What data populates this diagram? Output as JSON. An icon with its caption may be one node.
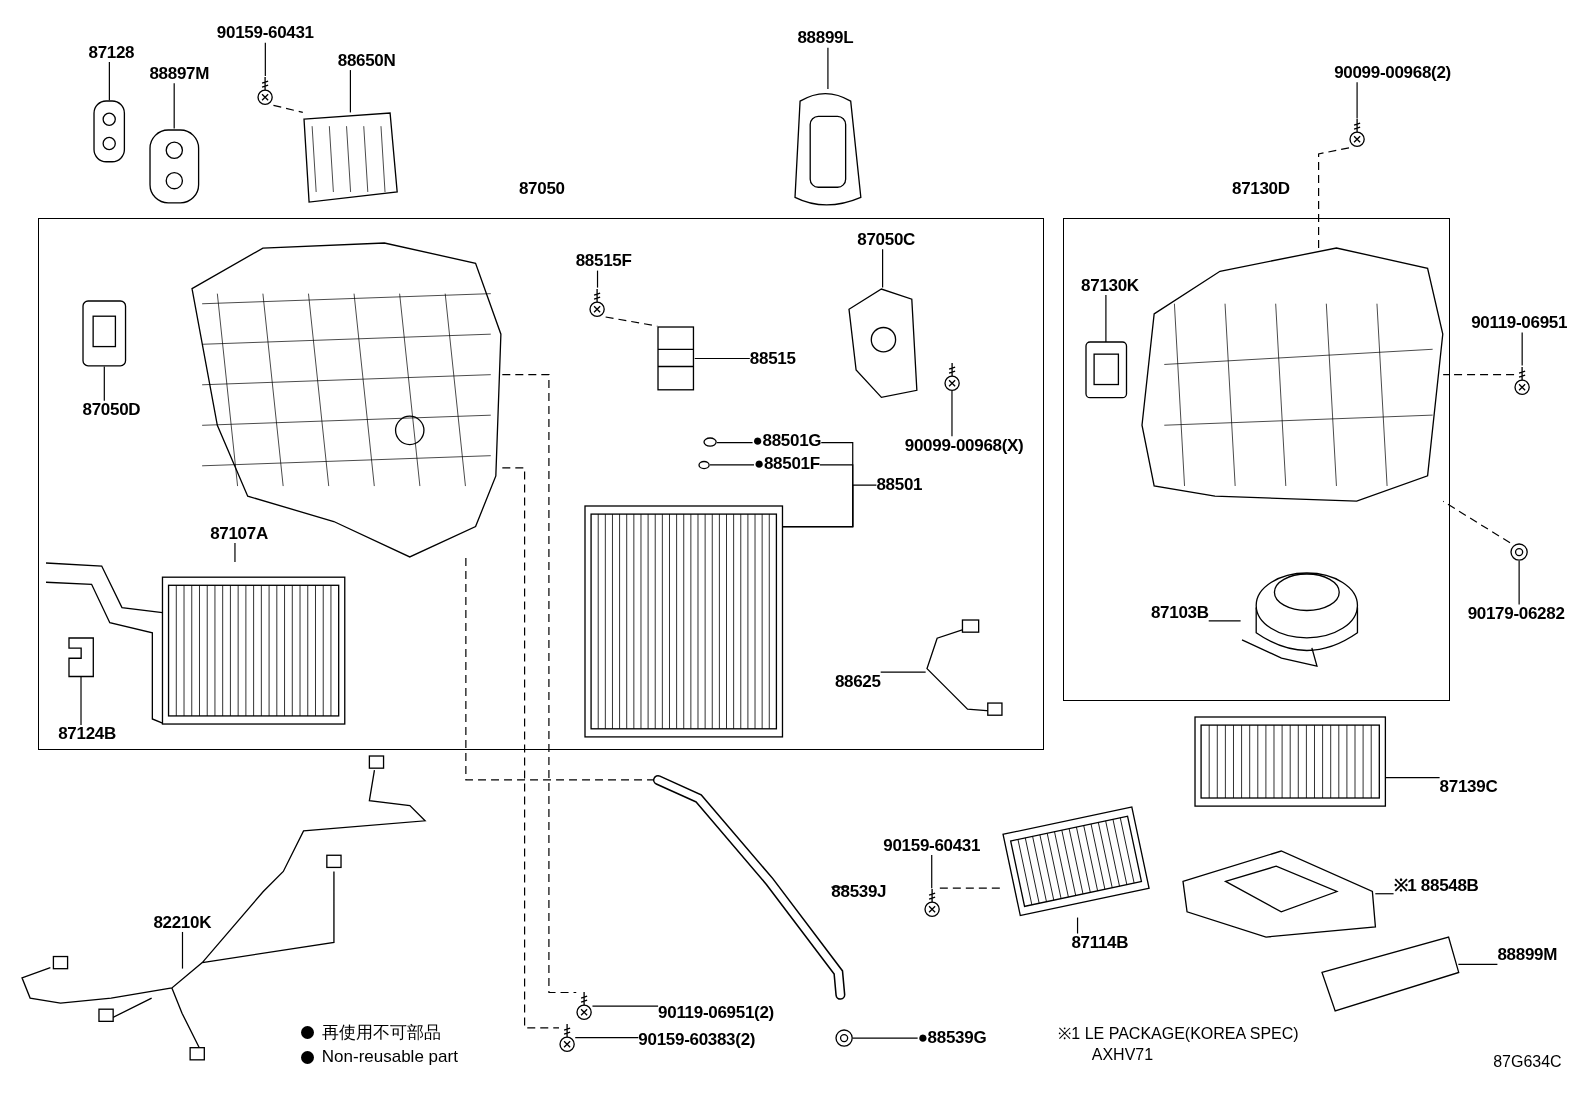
{
  "diagram": {
    "nodes": [
      {
        "text": [
          "87050"
        ]
      },
      {
        "text": [
          "87130D"
        ]
      },
      {
        "text": [
          "87128"
        ]
      },
      {
        "text": [
          "88897M"
        ]
      },
      {
        "text": [
          "90159-60431"
        ]
      },
      {
        "text": [
          "88650N"
        ]
      },
      {
        "text": [
          "88899L"
        ]
      },
      {
        "text": [
          "90099-00968(2)"
        ]
      },
      {
        "text": [
          "88515F"
        ],
        "in": 0
      },
      {
        "text": [
          "87050C"
        ],
        "in": 0
      },
      {
        "text": [
          "87050D"
        ],
        "in": 0
      },
      {
        "text": [
          "88515"
        ],
        "in": 0
      },
      {
        "text": [
          "90099-00968(X)"
        ],
        "in": 0
      },
      {
        "text": [
          "●88501G"
        ],
        "in": 0
      },
      {
        "text": [
          "●88501F"
        ],
        "in": 0
      },
      {
        "text": [
          "88501"
        ],
        "in": 0
      },
      {
        "text": [
          "87107A"
        ],
        "in": 0
      },
      {
        "text": [
          "87124B"
        ],
        "in": 0
      },
      {
        "text": [
          "88625"
        ],
        "in": 0
      },
      {
        "text": [
          "87130K"
        ],
        "in": 1
      },
      {
        "text": [
          "90119-06951"
        ]
      },
      {
        "text": [
          "87103B"
        ],
        "in": 1
      },
      {
        "text": [
          "90179-06282"
        ]
      },
      {
        "text": [
          "87139C"
        ]
      },
      {
        "text": [
          "90159-60431"
        ]
      },
      {
        "text": [
          "88539J"
        ]
      },
      {
        "text": [
          "82210K"
        ],
        "in": 62
      },
      {
        "text": [
          "87114B"
        ]
      },
      {
        "text": [
          "※1 88548B"
        ]
      },
      {
        "text": [
          "88899M"
        ]
      },
      {
        "text": [
          "90119-06951(2)"
        ]
      },
      {
        "text": [
          "90159-60383(2)"
        ]
      },
      {
        "text": [
          "●88539G"
        ]
      },
      {
        "text": [],
        "shape": "picture"
      },
      {
        "text": [],
        "shape": "picture"
      },
      {
        "text": [],
        "shape": "circle"
      },
      {
        "text": [],
        "shape": "picture"
      },
      {
        "text": [],
        "shape": "picture"
      },
      {
        "text": [],
        "shape": "circle"
      },
      {
        "text": [],
        "shape": "picture",
        "in": 0
      },
      {
        "text": [],
        "shape": "circle",
        "in": 0
      },
      {
        "text": [],
        "shape": "picture",
        "in": 0
      },
      {
        "text": [],
        "shape": "picture",
        "in": 0
      },
      {
        "text": [],
        "shape": "circle",
        "in": 0
      },
      {
        "text": [],
        "shape": "circle",
        "in": 0
      },
      {
        "text": [],
        "shape": "circle",
        "in": 0
      },
      {
        "text": [],
        "shape": "picture",
        "in": 0
      },
      {
        "text": [],
        "shape": "picture",
        "in": 0
      },
      {
        "text": [],
        "shape": "picture",
        "in": 0
      },
      {
        "text": [],
        "shape": "box",
        "in": 0
      },
      {
        "text": [],
        "shape": "picture",
        "in": 0
      },
      {
        "text": [],
        "shape": "picture",
        "in": 1
      },
      {
        "text": [],
        "shape": "picture",
        "in": 1
      },
      {
        "text": [],
        "shape": "picture",
        "in": 1
      },
      {
        "text": [],
        "shape": "circle"
      },
      {
        "text": [],
        "shape": "circle"
      },
      {
        "text": [],
        "shape": "picture"
      },
      {
        "text": [],
        "shape": "circle"
      },
      {
        "text": [],
        "shape": "picture"
      },
      {
        "text": [],
        "shape": "picture"
      },
      {
        "text": [],
        "shape": "picture"
      },
      {
        "text": [],
        "shape": "picture"
      },
      {
        "text": [],
        "shape": "picture"
      },
      {
        "text": [],
        "shape": "circle"
      },
      {
        "text": [],
        "shape": "circle"
      },
      {
        "text": [],
        "shape": "circle"
      }
    ],
    "edges": [
      {
        "from": 2,
        "to": 33,
        "arrow": "none"
      },
      {
        "from": 3,
        "to": 34,
        "arrow": "none"
      },
      {
        "from": 4,
        "to": 35,
        "arrow": "none"
      },
      {
        "from": 5,
        "to": 36,
        "arrow": "none"
      },
      {
        "from": 6,
        "to": 37,
        "arrow": "none"
      },
      {
        "from": 7,
        "to": 38,
        "arrow": "none"
      },
      {
        "from": 8,
        "to": 40,
        "arrow": "none"
      },
      {
        "from": 9,
        "to": 42,
        "arrow": "none"
      },
      {
        "from": 10,
        "to": 39,
        "arrow": "none"
      },
      {
        "from": 11,
        "to": 41,
        "arrow": "none"
      },
      {
        "from": 12,
        "to": 43,
        "arrow": "none"
      },
      {
        "from": 13,
        "to": 44,
        "arrow": "none"
      },
      {
        "from": 14,
        "to": 45,
        "arrow": "none"
      },
      {
        "from": 15,
        "to": 47,
        "arrow": "none"
      },
      {
        "from": 16,
        "to": 48,
        "arrow": "none"
      },
      {
        "from": 17,
        "to": 49,
        "arrow": "none"
      },
      {
        "from": 18,
        "to": 50,
        "arrow": "none"
      },
      {
        "from": 19,
        "to": 51,
        "arrow": "none"
      },
      {
        "from": 20,
        "to": 54,
        "arrow": "none"
      },
      {
        "from": 21,
        "to": 53,
        "arrow": "none"
      },
      {
        "from": 22,
        "to": 55,
        "arrow": "none"
      },
      {
        "from": 23,
        "to": 56,
        "arrow": "none"
      },
      {
        "from": 24,
        "to": 57,
        "arrow": "none"
      },
      {
        "from": 25,
        "to": 61,
        "arrow": "none"
      },
      {
        "from": 26,
        "to": 62,
        "arrow": "none"
      },
      {
        "from": 27,
        "to": 58,
        "arrow": "none"
      },
      {
        "from": 28,
        "to": 59,
        "arrow": "none"
      },
      {
        "from": 29,
        "to": 60,
        "arrow": "none"
      },
      {
        "from": 30,
        "to": 63,
        "arrow": "none"
      },
      {
        "from": 31,
        "to": 64,
        "arrow": "none"
      },
      {
        "from": 32,
        "to": 65,
        "arrow": "none"
      },
      {
        "from": 13,
        "to": 47,
        "arrow": "none"
      },
      {
        "from": 14,
        "to": 47,
        "arrow": "none"
      },
      {
        "from": 35,
        "to": 36,
        "arrow": "none",
        "style": "dashed"
      },
      {
        "from": 40,
        "to": 41,
        "arrow": "none",
        "style": "dashed"
      },
      {
        "from": 38,
        "to": 52,
        "arrow": "none",
        "style": "dashed"
      },
      {
        "from": 54,
        "to": 52,
        "arrow": "none",
        "style": "dashed"
      },
      {
        "from": 55,
        "to": 52,
        "arrow": "none",
        "style": "dashed"
      },
      {
        "from": 57,
        "to": 58,
        "arrow": "none",
        "style": "dashed"
      },
      {
        "from": 46,
        "to": 61,
        "arrow": "none",
        "style": "dashed"
      },
      {
        "from": 46,
        "to": 63,
        "arrow": "none",
        "style": "dashed"
      },
      {
        "from": 46,
        "to": 64,
        "arrow": "none",
        "style": "dashed"
      }
    ],
    "labels": [
      "※1 LE PACKAGE(KOREA SPEC)",
      "AXHV71",
      "87G634C"
    ],
    "legend": [
      {
        "text": "再使用不可部品"
      },
      {
        "text": "Non-reusable part"
      }
    ]
  }
}
